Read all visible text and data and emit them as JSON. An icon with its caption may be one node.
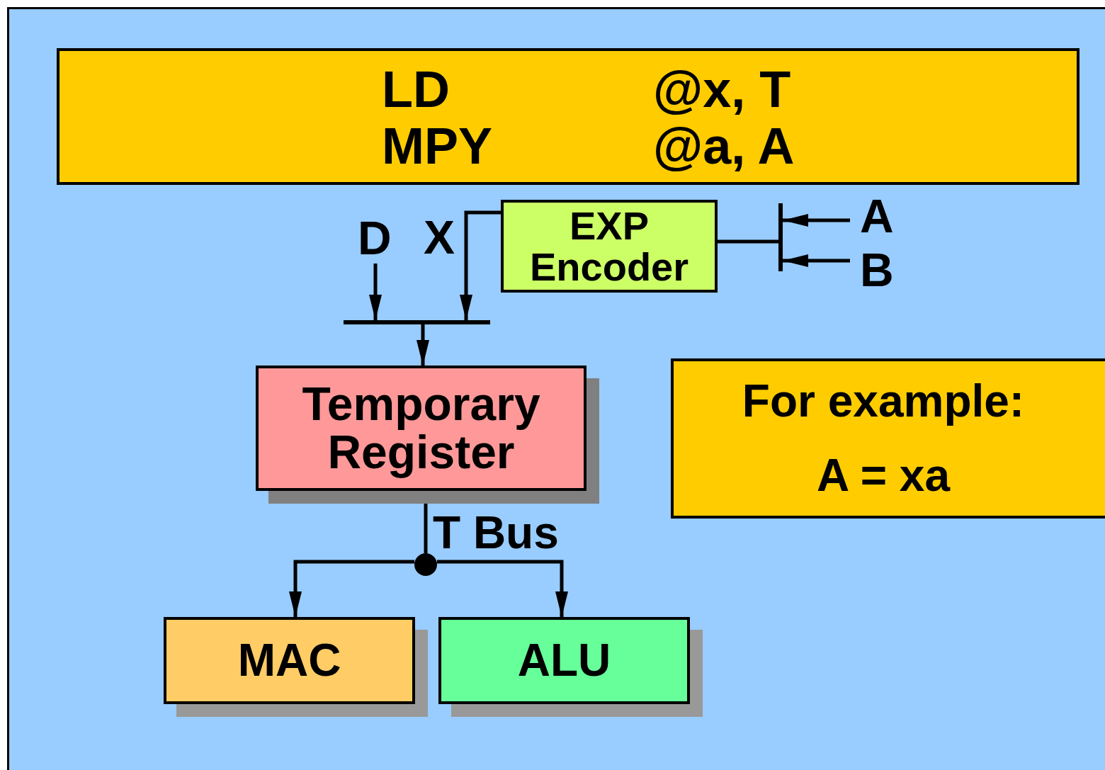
{
  "diagram": {
    "nodes": [
      {
        "text": [
          "LD",
          "@x, T",
          "MPY",
          "@a, A"
        ]
      },
      {
        "text": [
          "D"
        ]
      },
      {
        "text": [
          "EXP Encoder"
        ]
      },
      {
        "text": [],
        "shape": "bar"
      },
      {
        "text": [
          "Temporary Register"
        ]
      },
      {
        "text": [],
        "shape": "circle"
      },
      {
        "text": [
          "MAC"
        ]
      },
      {
        "text": [
          "ALU"
        ]
      },
      {
        "text": [
          "A"
        ]
      },
      {
        "text": [
          "B"
        ]
      },
      {
        "text": [],
        "shape": "bar"
      },
      {
        "text": [
          "For example:",
          "A = xa"
        ]
      }
    ],
    "edges": [
      {
        "from": 1,
        "to": 3,
        "arrow": "to"
      },
      {
        "from": 2,
        "to": 3,
        "arrow": "to",
        "label": "X"
      },
      {
        "from": 3,
        "to": 4,
        "arrow": "to"
      },
      {
        "from": 4,
        "to": 5,
        "arrow": "none",
        "label": "T Bus"
      },
      {
        "from": 5,
        "to": 6,
        "arrow": "to"
      },
      {
        "from": 5,
        "to": 7,
        "arrow": "to"
      },
      {
        "from": 8,
        "to": 10,
        "arrow": "to"
      },
      {
        "from": 9,
        "to": 10,
        "arrow": "to"
      },
      {
        "from": 10,
        "to": 2,
        "arrow": "none"
      }
    ]
  }
}
